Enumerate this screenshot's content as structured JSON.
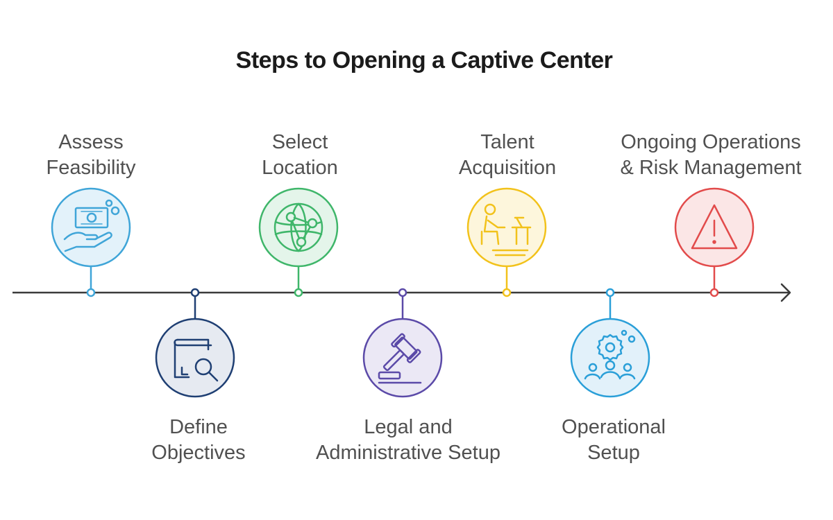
{
  "title": "Steps to Opening a Captive Center",
  "steps": [
    {
      "lines": [
        "Assess",
        "Feasibility"
      ],
      "color": "#3fa5d8",
      "fill": "#e3f2fa",
      "icon": "money-hand-icon"
    },
    {
      "lines": [
        "Define",
        "Objectives"
      ],
      "color": "#1f3f73",
      "fill": "#e6eaf1",
      "icon": "document-search-icon"
    },
    {
      "lines": [
        "Select",
        "Location"
      ],
      "color": "#3fb66a",
      "fill": "#e4f5ea",
      "icon": "globe-network-icon"
    },
    {
      "lines": [
        "Legal and",
        "Administrative Setup"
      ],
      "color": "#5b4aa8",
      "fill": "#ebe8f5",
      "icon": "gavel-icon"
    },
    {
      "lines": [
        "Talent",
        "Acquisition"
      ],
      "color": "#f2c21b",
      "fill": "#fdf6dc",
      "icon": "person-desk-icon"
    },
    {
      "lines": [
        "Operational",
        "Setup"
      ],
      "color": "#2a9fd8",
      "fill": "#e2f1fa",
      "icon": "gear-team-icon"
    },
    {
      "lines": [
        "Ongoing Operations",
        "& Risk Management"
      ],
      "color": "#e24b4b",
      "fill": "#fbe6e6",
      "icon": "warning-icon"
    }
  ]
}
